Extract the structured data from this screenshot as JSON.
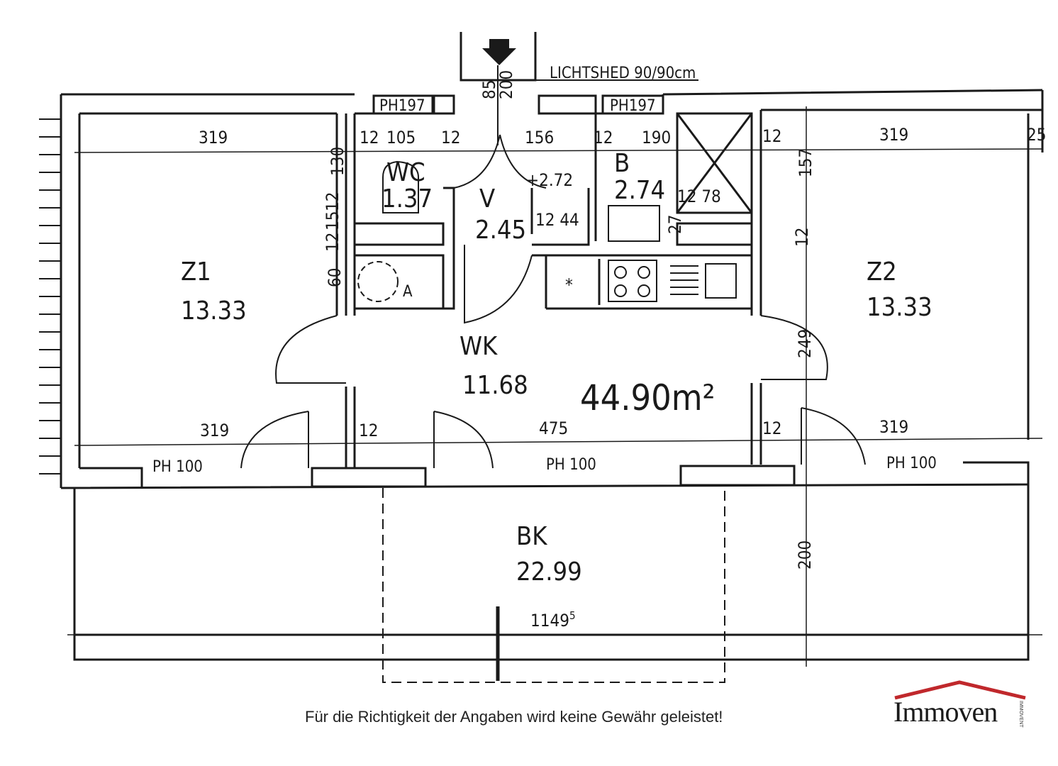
{
  "plan": {
    "total_area": "44.90m²",
    "lichtshed": "LICHTSHED 90/90cm",
    "rooms": {
      "z1": {
        "name": "Z1",
        "area": "13.33"
      },
      "z2": {
        "name": "Z2",
        "area": "13.33"
      },
      "wc": {
        "name": "WC",
        "area": "1.37"
      },
      "v": {
        "name": "V",
        "area": "2.45"
      },
      "b": {
        "name": "B",
        "area": "2.74"
      },
      "wk": {
        "name": "WK",
        "area": "11.68"
      },
      "bk": {
        "name": "BK",
        "area": "22.99"
      }
    },
    "labels": {
      "ph197_left": "PH197",
      "ph197_right": "PH197",
      "ph100_left": "PH 100",
      "ph100_center": "PH 100",
      "ph100_right": "PH 100",
      "appliance_a": "A",
      "stove_mark": "*"
    },
    "dimensions": {
      "top_z1": "319",
      "top_12a": "12",
      "top_105": "105",
      "top_12b": "12",
      "top_156": "156",
      "top_12c": "12",
      "top_190": "190",
      "top_12d": "12",
      "top_z2": "319",
      "top_25": "25",
      "level_272": "+2.72",
      "shaft_85": "85",
      "shaft_200": "200",
      "v_130": "130",
      "v_12": "12",
      "v_15": "15",
      "v_12b": "12",
      "v_60": "60",
      "inner_12_44": "12 44",
      "inner_12_78": "12  78",
      "inner_27": "27",
      "right_157": "157",
      "right_12": "12",
      "right_249": "249",
      "right_200": "200",
      "bottom_z1": "319",
      "bottom_12a": "12",
      "bottom_475": "475",
      "bottom_12b": "12",
      "bottom_z2": "319",
      "overall_base": "1149",
      "overall_sup": "5"
    }
  },
  "footer": {
    "disclaimer": "Für die Richtigkeit der Angaben wird keine Gewähr geleistet!"
  },
  "logo": {
    "name": "Immoven",
    "sub": "IMMOVENT",
    "roof_color": "#c0282c"
  }
}
